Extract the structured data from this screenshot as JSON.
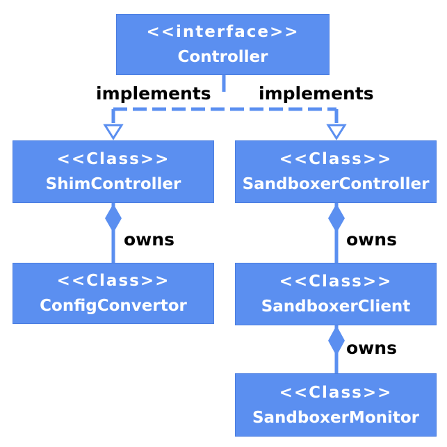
{
  "diagram": {
    "nodes": {
      "controller": {
        "stereotype": "<<interface>>",
        "name": "Controller"
      },
      "shim_controller": {
        "stereotype": "<<Class>>",
        "name": "ShimController"
      },
      "sandboxer_controller": {
        "stereotype": "<<Class>>",
        "name": "SandboxerController"
      },
      "config_convertor": {
        "stereotype": "<<Class>>",
        "name": "ConfigConvertor"
      },
      "sandboxer_client": {
        "stereotype": "<<Class>>",
        "name": "SandboxerClient"
      },
      "sandboxer_monitor": {
        "stereotype": "<<Class>>",
        "name": "SandboxerMonitor"
      }
    },
    "edges": {
      "implements_left": "implements",
      "implements_right": "implements",
      "owns_shim": "owns",
      "owns_sandboxer_controller": "owns",
      "owns_sandboxer_client": "owns"
    },
    "colors": {
      "node_fill": "#5b8ff0",
      "node_text": "#ffffff",
      "edge": "#5b8ff0",
      "label_text": "#000000"
    }
  }
}
